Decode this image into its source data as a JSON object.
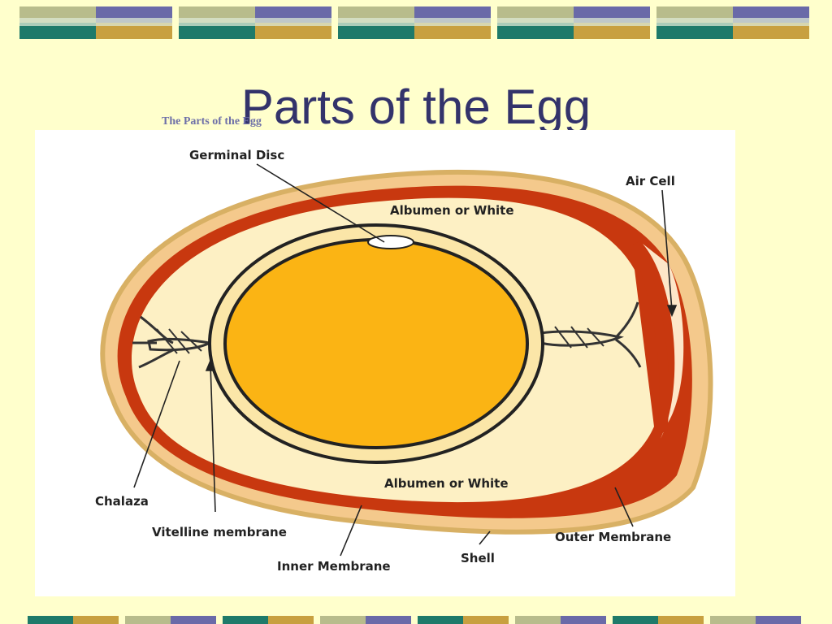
{
  "slide": {
    "title": "Parts of the Egg",
    "image_alt_caption": "The Parts of the Egg"
  },
  "diagram": {
    "labels": {
      "germinal_disc": "Germinal Disc",
      "air_cell": "Air Cell",
      "albumen_top": "Albumen or White",
      "albumen_bottom": "Albumen or White",
      "chalaza": "Chalaza",
      "vitelline_membrane": "Vitelline membrane",
      "inner_membrane": "Inner Membrane",
      "shell": "Shell",
      "outer_membrane": "Outer Membrane"
    }
  },
  "colors": {
    "background": "#ffffcc",
    "title": "#33336b",
    "shell": "#d8b064",
    "membrane": "#c8380f",
    "albumen": "#fdf0c4",
    "yolk": "#fbb414",
    "band_purple": "#6a6aa8",
    "band_teal": "#1e7a6a",
    "band_gold": "#c8a040",
    "band_sage": "#b8bc8c"
  }
}
